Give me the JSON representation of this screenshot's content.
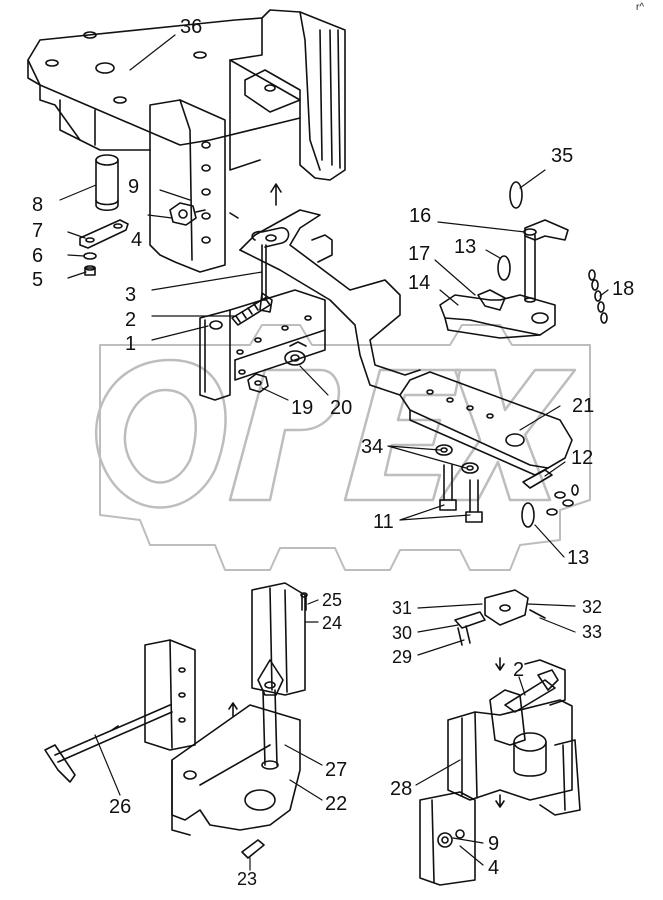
{
  "diagram": {
    "watermark": "OPEX",
    "corner_mark": "r^",
    "callouts": [
      "36",
      "35",
      "9",
      "8",
      "16",
      "4",
      "17",
      "13",
      "7",
      "14",
      "18",
      "6",
      "5",
      "3",
      "2",
      "1",
      "19",
      "20",
      "21",
      "34",
      "12",
      "11",
      "13",
      "25",
      "31",
      "32",
      "24",
      "30",
      "33",
      "29",
      "2",
      "27",
      "26",
      "22",
      "28",
      "9",
      "4",
      "23"
    ]
  }
}
